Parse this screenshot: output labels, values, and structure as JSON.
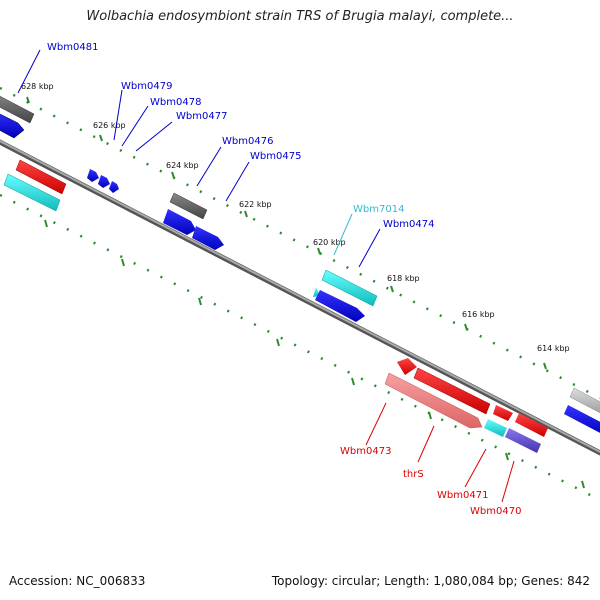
{
  "title": "Wolbachia endosymbiont strain TRS of Brugia malayi, complete...",
  "footer": {
    "accession": "Accession: NC_006833",
    "topology": "Topology: circular; Length: 1,080,084 bp; Genes: 842"
  },
  "colors": {
    "backbone": "#8a8a8a",
    "tick": "#2e8b2e",
    "blue_label": "#0000cc",
    "cyan_label": "#33bbcc",
    "red_label": "#dd0000",
    "gene_red": "#ee1111",
    "gene_pink": "#ee8888",
    "gene_blue": "#1515ee",
    "gene_cyan": "#22dddd",
    "gene_gray": "#666666",
    "gene_lightgray": "#bbbbbb",
    "gene_purple": "#6655cc"
  },
  "scale_labels": [
    "628 kbp",
    "626 kbp",
    "624 kbp",
    "622 kbp",
    "620 kbp",
    "618 kbp",
    "616 kbp",
    "614 kbp"
  ],
  "genes": {
    "Wbm0481": "Wbm0481",
    "Wbm0479": "Wbm0479",
    "Wbm0478": "Wbm0478",
    "Wbm0477": "Wbm0477",
    "Wbm0476": "Wbm0476",
    "Wbm0475": "Wbm0475",
    "Wbm7014": "Wbm7014",
    "Wbm0474": "Wbm0474",
    "Wbm0473": "Wbm0473",
    "thrS": "thrS",
    "Wbm0471": "Wbm0471",
    "Wbm0470": "Wbm0470"
  }
}
